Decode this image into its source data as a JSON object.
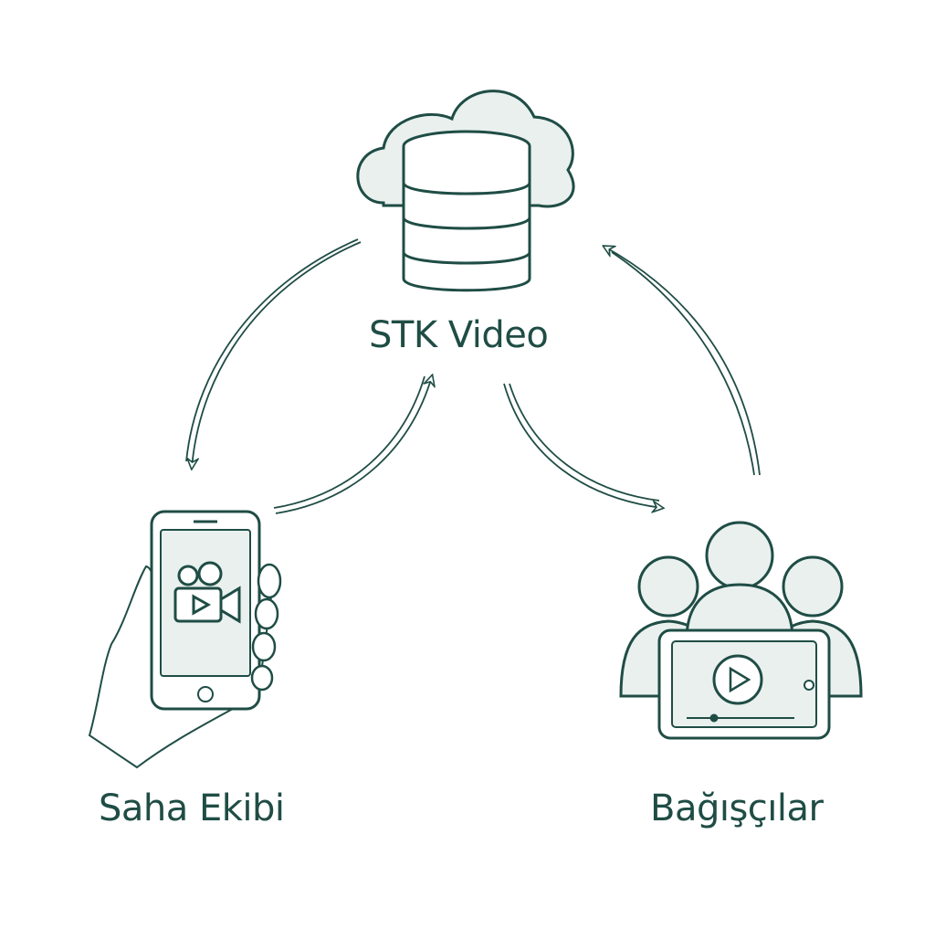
{
  "nodes": {
    "center": {
      "label": "STK Video",
      "icon": "cloud-database-icon"
    },
    "left": {
      "label": "Saha Ekibi",
      "icon": "phone-camera-icon"
    },
    "right": {
      "label": "Bağışçılar",
      "icon": "audience-video-icon"
    }
  },
  "colors": {
    "ink": "#1f4d45",
    "fill": "#e9f0ee",
    "white": "#ffffff"
  }
}
